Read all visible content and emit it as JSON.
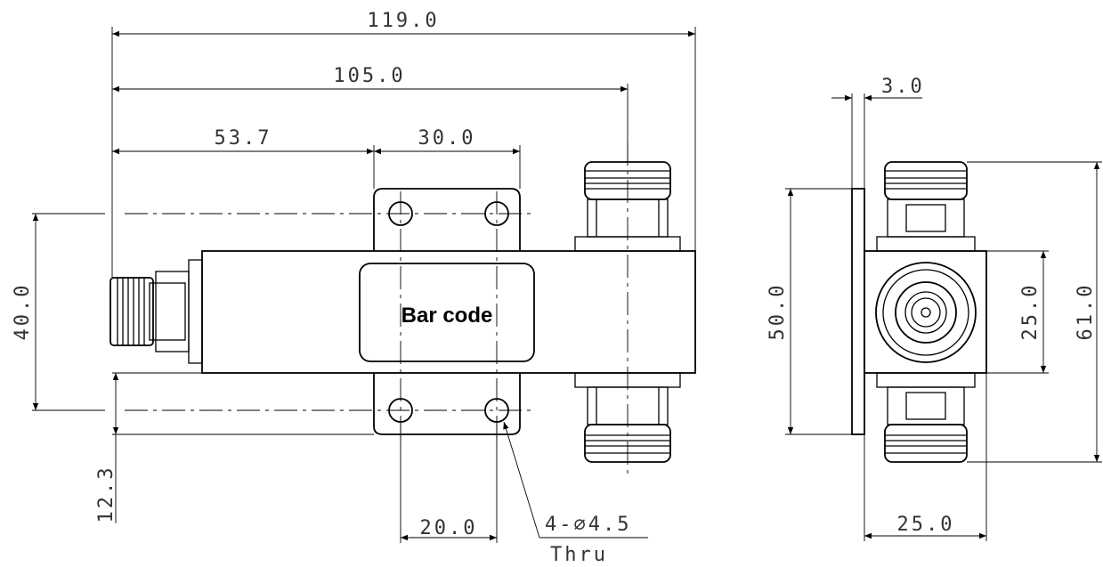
{
  "front_view": {
    "dim_overall_length": "119.0",
    "dim_to_output_port": "105.0",
    "dim_to_mount_holes": "53.7",
    "dim_hole_spacing_top": "30.0",
    "dim_hole_spacing_vertical": "40.0",
    "dim_input_offset": "12.3",
    "dim_hole_spacing_bottom": "20.0",
    "hole_callout": "4-∅4.5",
    "hole_callout_note": "Thru",
    "label_text": "Bar  code"
  },
  "side_view": {
    "dim_flange_thickness": "3.0",
    "dim_flange_height": "50.0",
    "dim_body_height": "25.0",
    "dim_overall_height": "61.0",
    "dim_body_width": "25.0"
  }
}
